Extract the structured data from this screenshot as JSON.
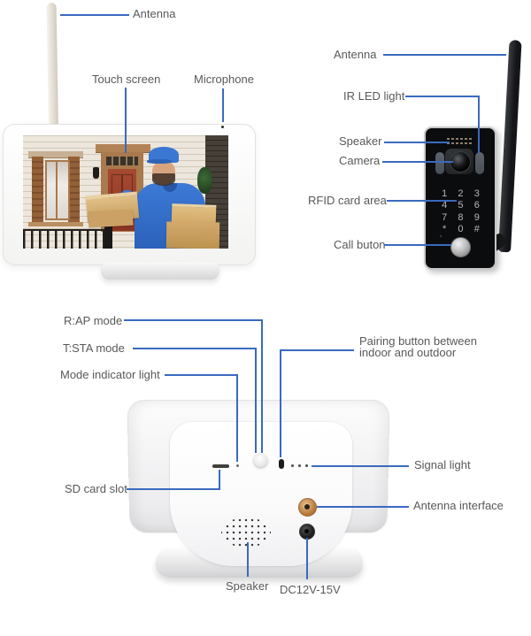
{
  "diagram": {
    "title": "wireless video door phone parts diagram",
    "colors": {
      "callout_line": "#3a6abf",
      "label_text": "#58595b",
      "doorbell_face": "#0b0c0e",
      "antenna_interface_gold": "#c08246",
      "shirt_blue": "#3c7ad6"
    }
  },
  "monitor_front": {
    "labels": {
      "antenna": "Antenna",
      "touch_screen": "Touch screen",
      "microphone": "Microphone"
    }
  },
  "doorbell": {
    "labels": {
      "antenna": "Antenna",
      "ir_led_light": "IR LED light",
      "speaker": "Speaker",
      "camera": "Camera",
      "rfid_card_area": "RFID card area",
      "call_button": "Call buton"
    },
    "keypad": [
      [
        "1",
        "2",
        "3"
      ],
      [
        "4",
        "5",
        "6"
      ],
      [
        "7",
        "8",
        "9"
      ],
      [
        "*",
        "0",
        "#"
      ]
    ]
  },
  "monitor_back": {
    "labels": {
      "r_ap_mode": "R:AP mode",
      "t_sta_mode": "T:STA mode",
      "mode_indicator_light": "Mode indicator light",
      "sd_card_slot": "SD card slot",
      "pairing_line1": "Pairing button between",
      "pairing_line2": "indoor and outdoor",
      "signal_light": "Signal light",
      "antenna_interface": "Antenna interface",
      "speaker": "Speaker",
      "dc_power": "DC12V-15V"
    }
  }
}
